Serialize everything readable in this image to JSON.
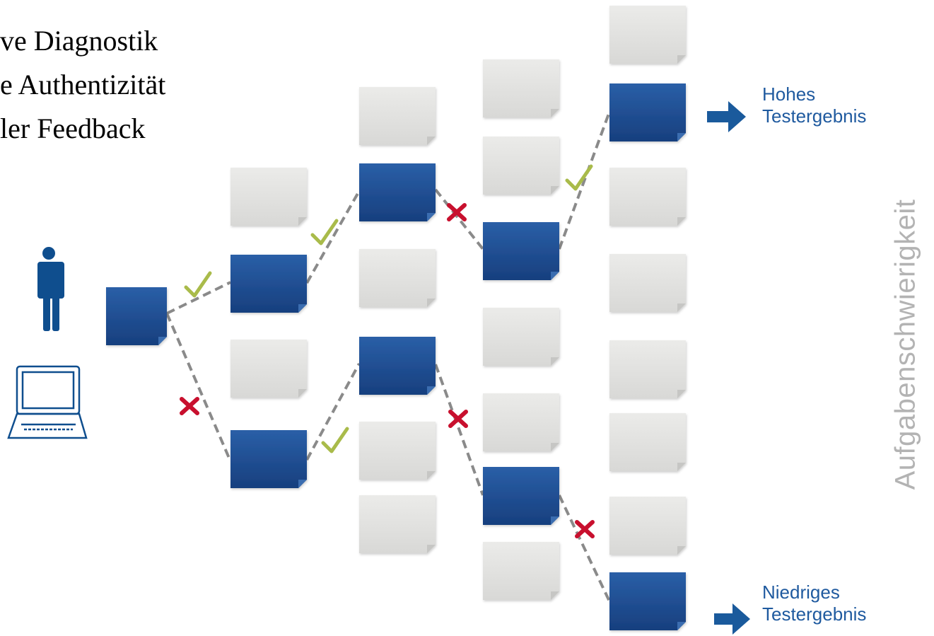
{
  "bullets": [
    "ve Diagnostik",
    "e Authentizität",
    "ler Feedback"
  ],
  "result_high": {
    "line1": "Hohes",
    "line2": "Testergebnis"
  },
  "result_low": {
    "line1": "Niedriges",
    "line2": "Testergebnis"
  },
  "axis_label": "Aufgabenschwierigkeit",
  "colors": {
    "task_blue": "#1d4c90",
    "task_grey": "#e3e3e1",
    "path_dash": "#8a8a8a",
    "check_green": "#a9bb4a",
    "cross_red": "#c8102e",
    "arrow_blue": "#1a5a9c",
    "icon_blue": "#0f4e8e",
    "axis_label_grey": "#b3b3b3"
  },
  "icons": [
    "person-icon",
    "laptop-icon",
    "check-icon",
    "cross-icon",
    "arrow-right-icon"
  ]
}
